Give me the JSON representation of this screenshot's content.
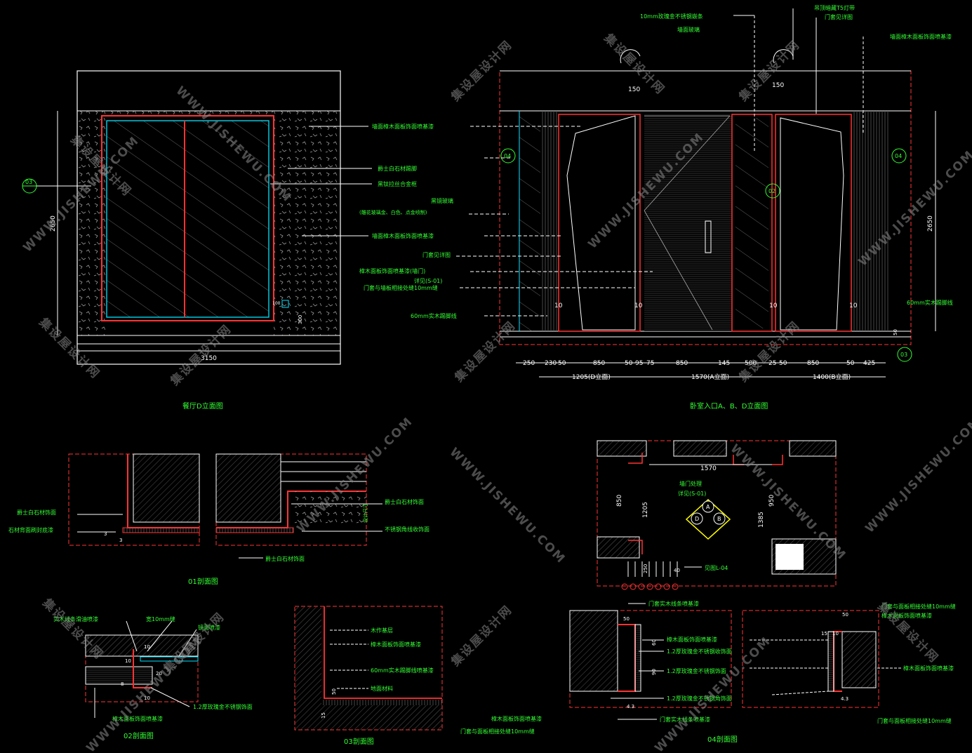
{
  "colors": {
    "background": "#000000",
    "outline": "#ffffff",
    "frame": "#ff3333",
    "glass": "#00e5ff",
    "leader": "#ffffff",
    "label": "#33ff33",
    "hatch": "#666666",
    "marker": "#ffff00",
    "watermark": "#8a8a8a"
  },
  "watermark": {
    "cn": "集设屋设计网",
    "en": "WWW.JISHEWU.COM"
  },
  "drawings": {
    "d1": {
      "title": "餐厅D立面图",
      "height_dim": "2650",
      "width_dim": "3150",
      "small_dims": [
        "100",
        "300"
      ],
      "callout": "03",
      "notes": [
        "墙面樟木面板饰面喷基漆",
        "爵士白石材踢脚",
        "黑钛拉丝合金框",
        "(雕花玻璃金、白色、点金喷制)",
        "墙面樟木面板饰面喷基漆",
        "门套见详图",
        "樟木面板饰面喷基漆(墙门)",
        "详见(S-01)",
        "门套与墙板相接处缝10mm缝",
        "60mm实木踢脚线"
      ]
    },
    "d2": {
      "title": "卧室入口A、B、D立面图",
      "height_dim": "2650",
      "top_notes": [
        "10mm玫瑰金不锈钢嵌条",
        "墙面玻璃",
        "吊顶暗藏T5灯带",
        "门套见详图",
        "墙面樟木面板饰面喷基漆"
      ],
      "right_note": "60mm实木踢脚线",
      "left_note": "黑镜玻璃",
      "top_dims": [
        "150",
        "150"
      ],
      "small_dims": [
        "10",
        "10",
        "10",
        "10",
        "50"
      ],
      "callouts": [
        "04",
        "04",
        "02",
        "03"
      ],
      "dim_row1": [
        "250",
        "230",
        "50",
        "850",
        "50",
        "95",
        "75",
        "850",
        "145",
        "500",
        "25",
        "50",
        "850",
        "50",
        "425"
      ],
      "dim_row2": [
        "1205(D立面)",
        "1570(A立面)",
        "1400(B立面)"
      ]
    },
    "d3": {
      "title": "01剖面图",
      "notes_left": [
        "爵士白石材饰面",
        "石材背面刷封底漆",
        "3",
        "3"
      ],
      "notes_right": [
        "爵士白石材饰面",
        "不锈钢角线收饰面",
        "爵士白石材饰面",
        "设计尺寸"
      ]
    },
    "d4": {
      "title": "02剖面图",
      "notes": [
        "实木线条滑油喷漆",
        "宽10mm缝",
        "镜面喷漆",
        "1.2厚玫瑰金不锈钢饰面",
        "樟木面板饰面喷基漆"
      ],
      "dims": [
        "10",
        "10",
        "20",
        "8",
        "10"
      ]
    },
    "d5": {
      "title": "03剖面图",
      "notes": [
        "木作基层",
        "樟木面板饰面喷基漆",
        "60mm实木踢脚线喷基漆",
        "地面材料",
        "樟木面板饰面喷基漆",
        "门套与面板相接处缝10mm缝"
      ],
      "dims": [
        "50",
        "15"
      ]
    },
    "d6": {
      "dims": [
        "1570",
        "850",
        "1205",
        "950",
        "1385",
        "250",
        "40"
      ],
      "notes": [
        "墙门处理",
        "详见(S-01)",
        "见图L-04"
      ],
      "markers": [
        "A",
        "D",
        "B"
      ]
    },
    "d7": {
      "title": "04剖面图",
      "notes_left": [
        "门套实木线条喷基漆",
        "樟木面板饰面喷基漆",
        "1.2厚玫瑰金不锈钢收饰面",
        "1.2厚玫瑰金不锈钢饰面",
        "1.2厚玫瑰金不锈钢角饰面",
        "门套实木线条喷基漆"
      ],
      "notes_right": [
        "门套与面板相接处缝10mm缝",
        "樟木面板饰面喷基漆",
        "樟木面板饰面喷基漆",
        "门套与面板相接处缝10mm缝"
      ],
      "dims": [
        "50",
        "60",
        "90",
        "4.3",
        "50",
        "10",
        "15",
        "4.3"
      ]
    }
  }
}
